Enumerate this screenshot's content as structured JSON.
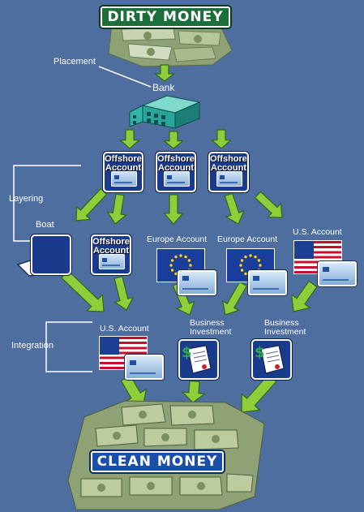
{
  "title": "DIRTY MONEY",
  "footer_title": "CLEAN MONEY",
  "stage_labels": {
    "placement": "Placement",
    "layering": "Layering",
    "integration": "Integration"
  },
  "bank_label": "Bank",
  "offshore_top": [
    {
      "line1": "Offshore",
      "line2": "Account"
    },
    {
      "line1": "Offshore",
      "line2": "Account"
    },
    {
      "line1": "Offshore",
      "line2": "Account"
    }
  ],
  "layer_row": {
    "boat": "Boat",
    "offshore": {
      "line1": "Offshore",
      "line2": "Account"
    },
    "europe_1": "Europe Account",
    "europe_2": "Europe Account",
    "us_account": "U.S. Account"
  },
  "integration_row": {
    "us_account": "U.S. Account",
    "business_1": {
      "line1": "Business",
      "line2": "Investment"
    },
    "business_2": {
      "line1": "Business",
      "line2": "Investment"
    }
  },
  "colors": {
    "background": "#4d6e9e",
    "arrow_fill": "#8fce3a",
    "arrow_stroke": "#2f6b16",
    "banner_green": "#1b6f3a",
    "tile_blue": "#1a3a8c",
    "bank_teal": "#2aa59a"
  },
  "icons": [
    "money-stack-icon",
    "bank-building-icon",
    "credit-card-icon",
    "boat-icon",
    "us-flag-icon",
    "eu-flag-icon",
    "business-document-icon",
    "dollar-sign-icon"
  ]
}
